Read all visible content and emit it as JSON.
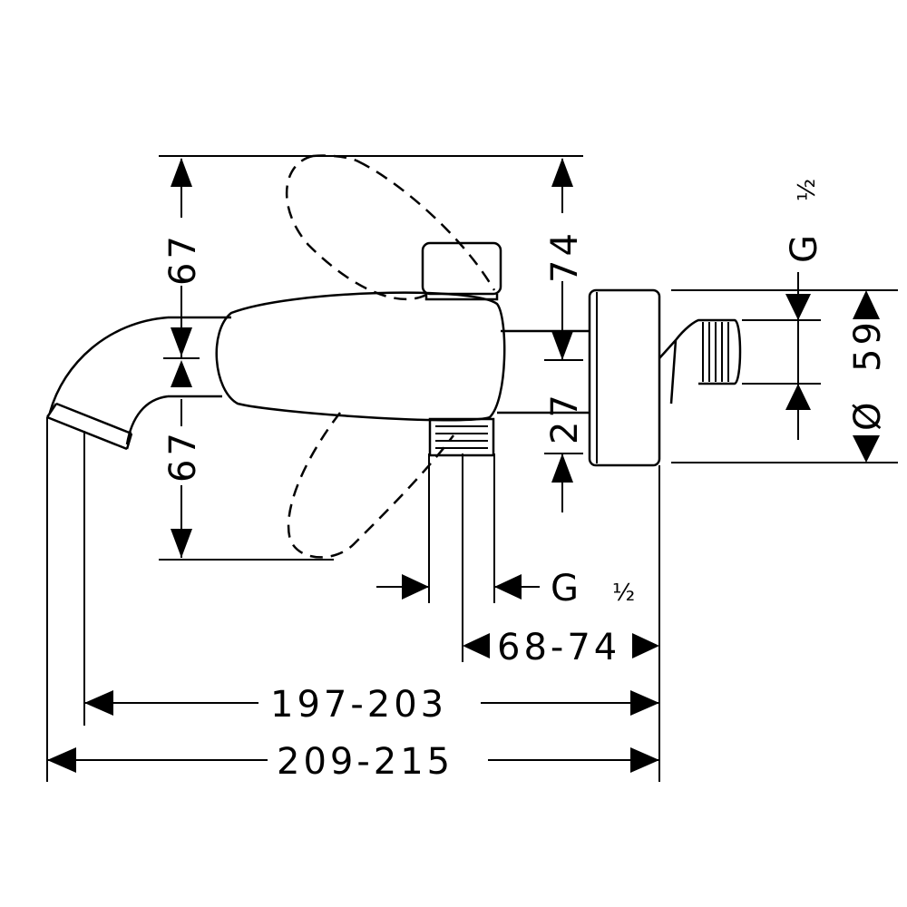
{
  "drawing": {
    "dimensions": {
      "upper_height_left": "67",
      "lower_height_left": "67",
      "upper_height_right": "74",
      "lower_height_right": "27",
      "outlet_thread_top": {
        "letter": "G",
        "size": "½"
      },
      "flange_diameter": {
        "symbol": "Ø",
        "value": "59"
      },
      "inlet_thread_bottom": {
        "letter": "G",
        "size": "½"
      },
      "projection_connection": "68-74",
      "projection_inner": "197-203",
      "projection_total": "209-215"
    }
  }
}
